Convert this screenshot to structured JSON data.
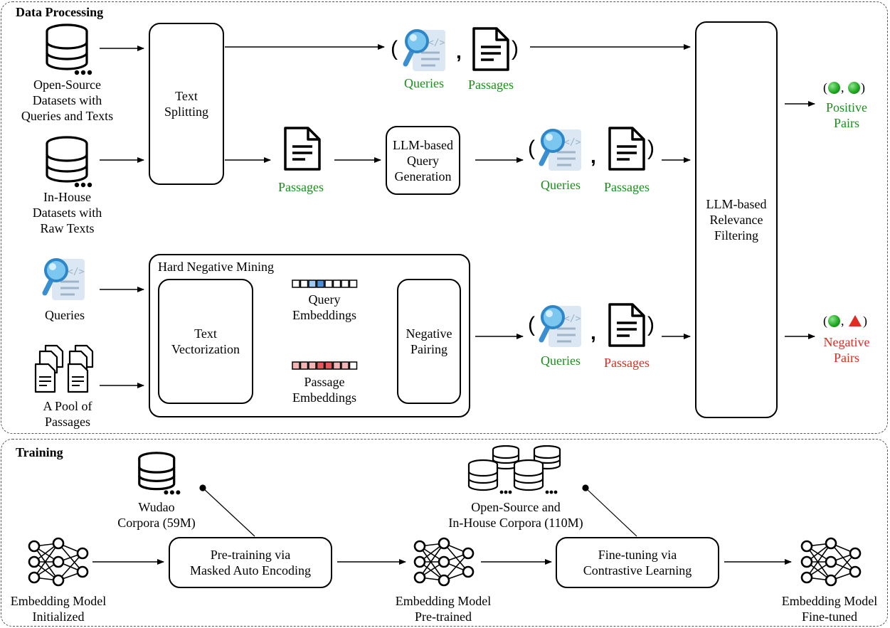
{
  "sections": {
    "data_processing": "Data Processing",
    "training": "Training"
  },
  "sources": {
    "open_source": [
      "Open-Source",
      "Datasets with",
      "Queries and Texts"
    ],
    "in_house": [
      "In-House",
      "Datasets with",
      "Raw Texts"
    ],
    "queries": "Queries",
    "pool": [
      "A Pool of",
      "Passages"
    ]
  },
  "boxes": {
    "text_splitting": [
      "Text",
      "Splitting"
    ],
    "llm_query_gen": [
      "LLM-based",
      "Query",
      "Generation"
    ],
    "llm_filter": [
      "LLM-based",
      "Relevance",
      "Filtering"
    ],
    "hard_neg_title": "Hard Negative Mining",
    "text_vectorization": [
      "Text",
      "Vectorization"
    ],
    "negative_pairing": [
      "Negative",
      "Pairing"
    ],
    "pretrain": [
      "Pre-training via",
      "Masked Auto Encoding"
    ],
    "finetune": [
      "Fine-tuning via",
      "Contrastive Learning"
    ]
  },
  "embeddings": {
    "query": [
      "Query",
      "Embeddings"
    ],
    "passage": [
      "Passage",
      "Embeddings"
    ]
  },
  "labels": {
    "queries": "Queries",
    "passages": "Passages",
    "comma": ",",
    "open_paren": "(",
    "close_paren": ")"
  },
  "outputs": {
    "positive": [
      "Positive",
      "Pairs"
    ],
    "negative": [
      "Negative",
      "Pairs"
    ]
  },
  "training": {
    "wudao": [
      "Wudao",
      "Corpora (59M)"
    ],
    "corpora": [
      "Open-Source and",
      "In-House Corpora (110M)"
    ],
    "model_init": [
      "Embedding Model",
      "Initialized"
    ],
    "model_pre": [
      "Embedding Model",
      "Pre-trained"
    ],
    "model_fine": [
      "Embedding Model",
      "Fine-tuned"
    ]
  },
  "colors": {
    "green": "#1a8f1a",
    "red": "#e02b20",
    "query_emb": "#4a90d9",
    "passage_emb": "#e05a5a"
  }
}
